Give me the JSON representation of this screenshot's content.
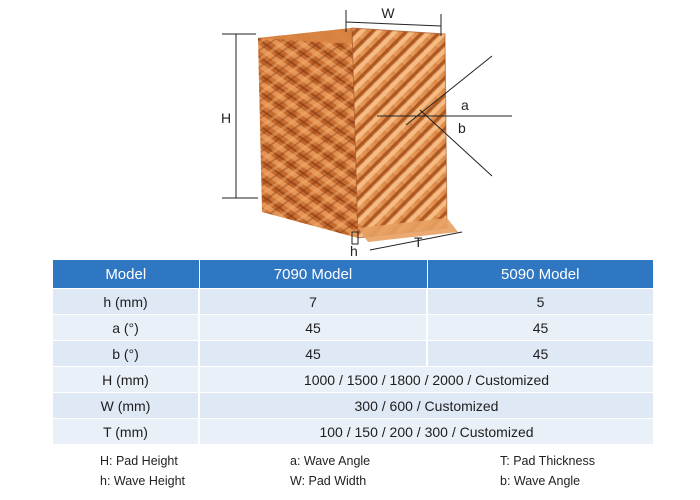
{
  "diagram": {
    "labels": {
      "W": "W",
      "H": "H",
      "a": "a",
      "b": "b",
      "h": "h",
      "T": "T"
    },
    "colors": {
      "pad_light": "#e6934f",
      "pad_mid": "#c8692e",
      "pad_dark": "#a04a1c",
      "line": "#222222"
    }
  },
  "table": {
    "headers": [
      "Model",
      "7090 Model",
      "5090 Model"
    ],
    "rows": [
      {
        "label": "h (mm)",
        "v1": "7",
        "v2": "5"
      },
      {
        "label": "a (°)",
        "v1": "45",
        "v2": "45"
      },
      {
        "label": "b (°)",
        "v1": "45",
        "v2": "45"
      },
      {
        "label": "H (mm)",
        "merged": "1000 / 1500 / 1800 / 2000 / Customized"
      },
      {
        "label": "W (mm)",
        "merged": "300 / 600 / Customized"
      },
      {
        "label": "T (mm)",
        "merged": "100 / 150 / 200 / 300 / Customized"
      }
    ],
    "colors": {
      "header_bg": "#2f77c2",
      "row_odd": "#dfe8f5",
      "row_even": "#eaf0f8"
    }
  },
  "legend": {
    "items": [
      "H: Pad Height",
      "a: Wave Angle",
      "T: Pad Thickness",
      "h: Wave Height",
      "W: Pad Width",
      "b: Wave Angle"
    ]
  }
}
